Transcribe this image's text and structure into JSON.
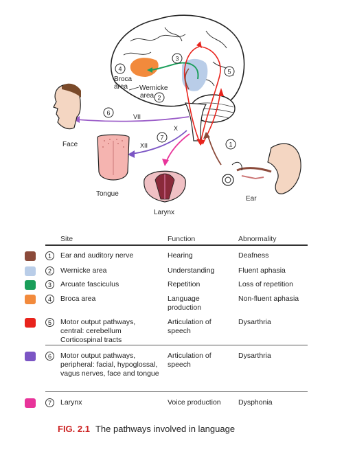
{
  "figure": {
    "labels": {
      "broca": "Broca\narea",
      "wernicke": "Wernicke\narea",
      "face": "Face",
      "tongue": "Tongue",
      "larynx": "Larynx",
      "ear": "Ear",
      "vii": "VII",
      "x": "X",
      "xii": "XII"
    },
    "numbers": [
      "1",
      "2",
      "3",
      "4",
      "5",
      "6",
      "7"
    ]
  },
  "table": {
    "headers": {
      "site": "Site",
      "function": "Function",
      "abnormality": "Abnormality"
    },
    "rows": [
      {
        "num": "1",
        "color": "#8b4a3a",
        "site": "Ear and auditory nerve",
        "function": "Hearing",
        "abnormality": "Deafness"
      },
      {
        "num": "2",
        "color": "#b9cde8",
        "site": "Wernicke area",
        "function": "Understanding",
        "abnormality": "Fluent aphasia"
      },
      {
        "num": "3",
        "color": "#1a9e5a",
        "site": "Arcuate fasciculus",
        "function": "Repetition",
        "abnormality": "Loss of repetition"
      },
      {
        "num": "4",
        "color": "#f28a3c",
        "site": "Broca area",
        "function": "Language production",
        "abnormality": "Non-fluent aphasia"
      },
      {
        "num": "5",
        "color": "#e8231c",
        "site": "Motor output pathways, central: cerebellum Corticospinal tracts",
        "function": "Articulation of speech",
        "abnormality": "Dysarthria"
      },
      {
        "num": "6",
        "color": "#7b55c4",
        "site": "Motor output pathways, peripheral: facial, hypoglossal, vagus nerves, face and tongue",
        "function": "Articulation of speech",
        "abnormality": "Dysarthria"
      },
      {
        "num": "7",
        "color": "#e8349a",
        "site": "Larynx",
        "function": "Voice production",
        "abnormality": "Dysphonia"
      }
    ]
  },
  "caption": {
    "fig": "FIG. 2.1",
    "text": "The pathways involved in language"
  }
}
